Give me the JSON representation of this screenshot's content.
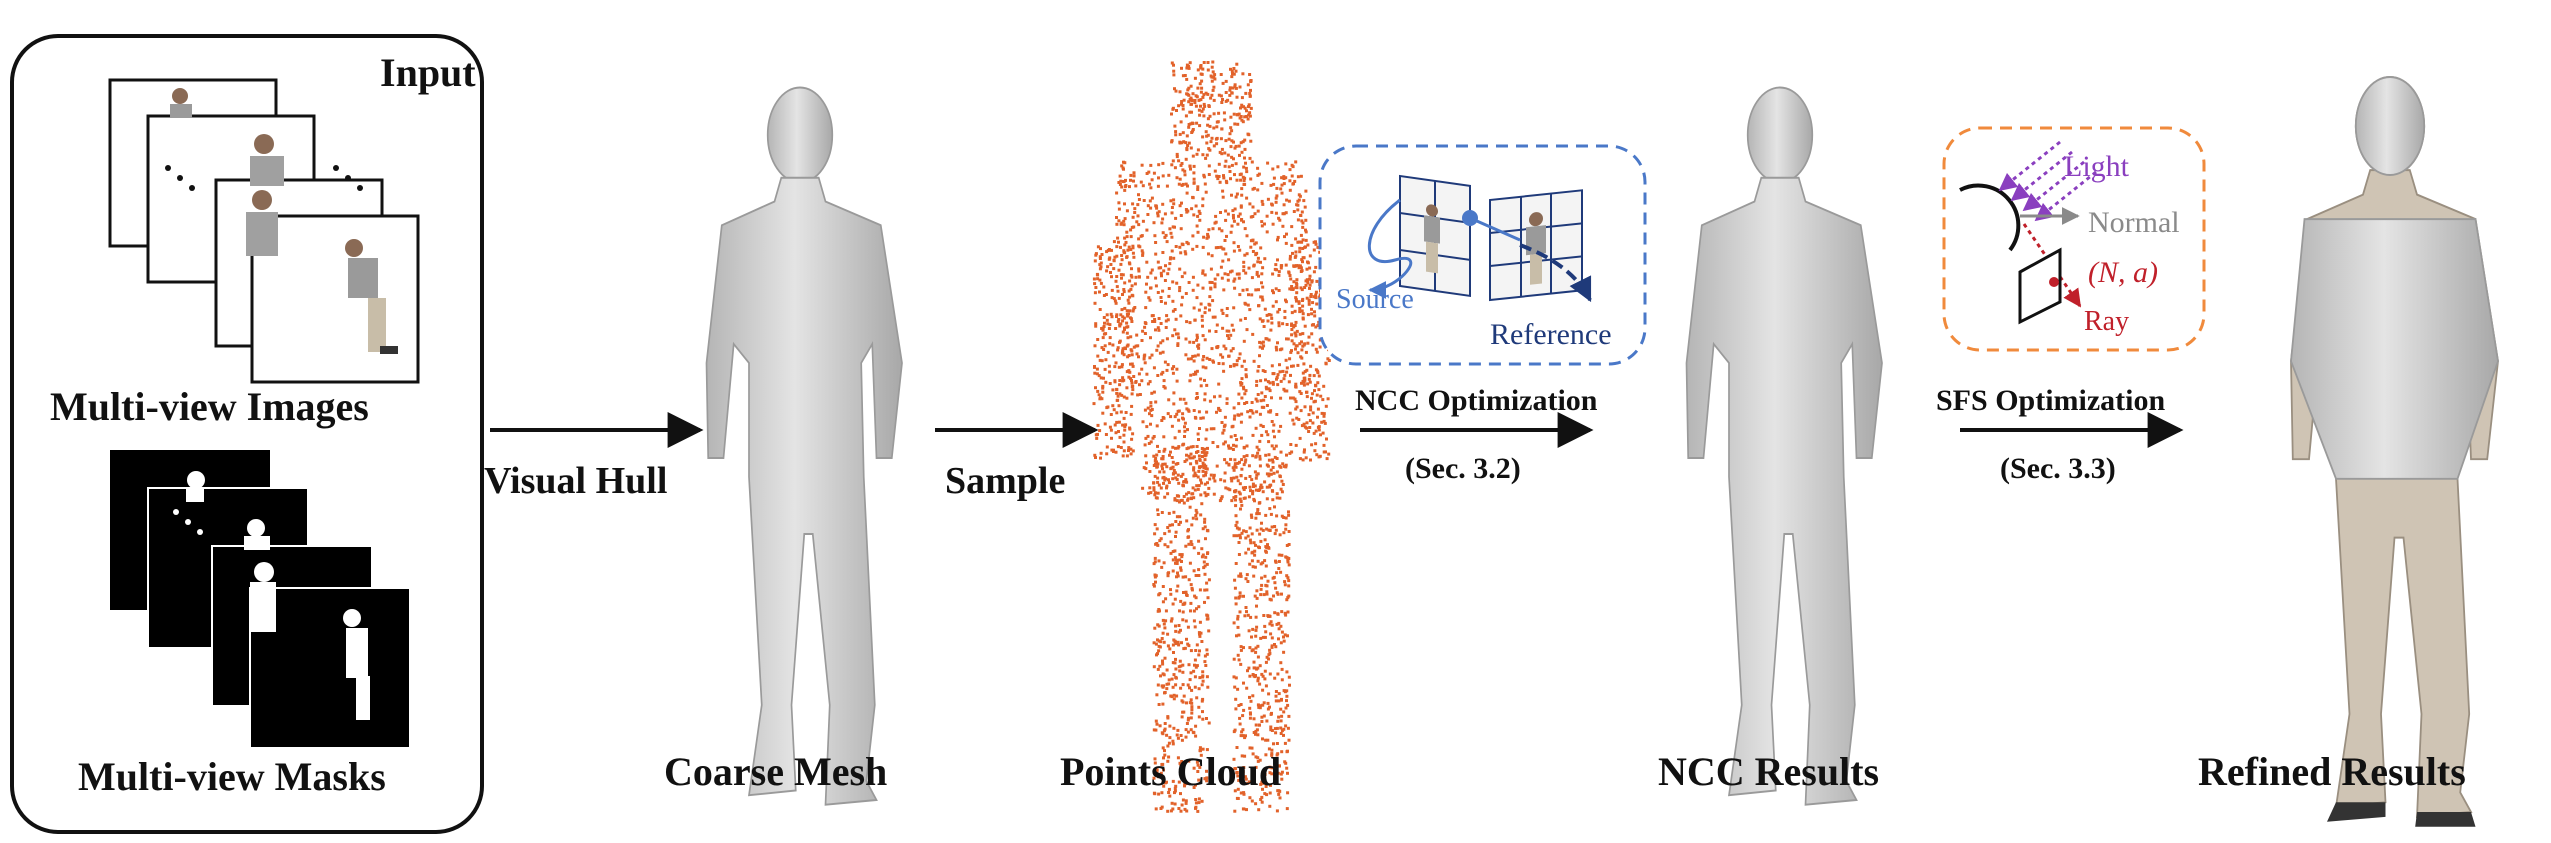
{
  "input_panel": {
    "title": "Input",
    "images_caption": "Multi-view Images",
    "masks_caption": "Multi-view Masks"
  },
  "stages": {
    "visual_hull": "Visual Hull",
    "sample": "Sample",
    "coarse_mesh": "Coarse Mesh",
    "points_cloud": "Points Cloud",
    "ncc_results": "NCC Results",
    "refined_results": "Refined Results"
  },
  "ncc_box": {
    "source_label": "Source",
    "reference_label": "Reference",
    "optimization_label": "NCC Optimization",
    "section_label": "(Sec. 3.2)"
  },
  "sfs_box": {
    "light_label": "Light",
    "normal_label": "Normal",
    "na_label": "(N, a)",
    "ray_label": "Ray",
    "optimization_label": "SFS Optimization",
    "section_label": "(Sec. 3.3)"
  },
  "colors": {
    "ncc_border": "#4a78c8",
    "sfs_border": "#f08a3c",
    "point_cloud": "#e2622a",
    "light": "#8a3fbf",
    "ray": "#c0202a",
    "normal": "#8a8a8a",
    "source": "#4a78c8",
    "reference": "#1f3a7a"
  }
}
